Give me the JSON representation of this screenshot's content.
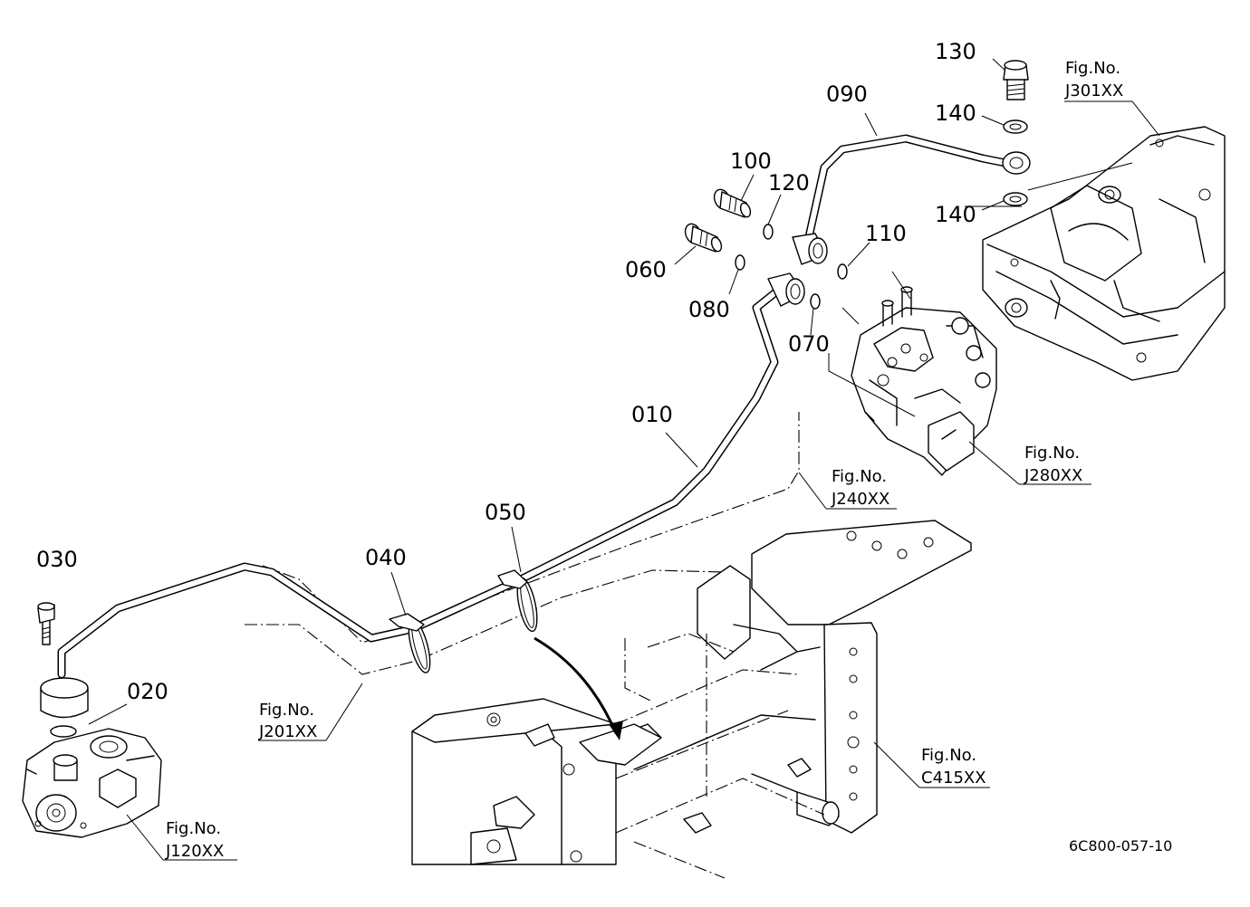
{
  "parts": {
    "p010": "010",
    "p020": "020",
    "p030": "030",
    "p040": "040",
    "p050": "050",
    "p060": "060",
    "p070": "070",
    "p080": "080",
    "p090": "090",
    "p100": "100",
    "p110": "110",
    "p120": "120",
    "p130": "130",
    "p140a": "140",
    "p140b": "140"
  },
  "figures": {
    "j301": {
      "label": "Fig.No.",
      "code": "J301XX"
    },
    "j280": {
      "label": "Fig.No.",
      "code": "J280XX"
    },
    "j240": {
      "label": "Fig.No.",
      "code": "J240XX"
    },
    "j201": {
      "label": "Fig.No.",
      "code": "J201XX"
    },
    "c415": {
      "label": "Fig.No.",
      "code": "C415XX"
    },
    "j120": {
      "label": "Fig.No.",
      "code": "J120XX"
    }
  },
  "drawing_code": "6C800-057-10"
}
